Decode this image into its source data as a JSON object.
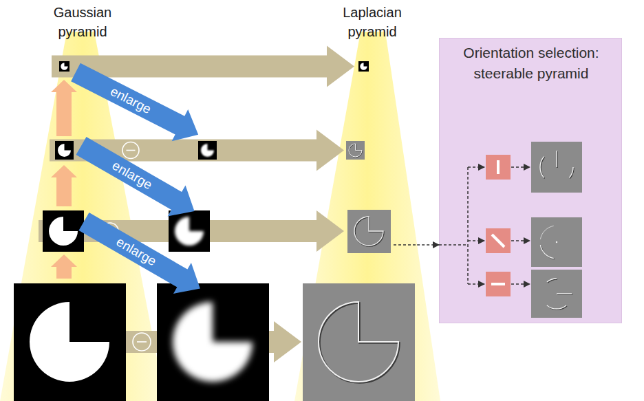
{
  "diagram": {
    "nodes": [
      {
        "text": [
          "Gaussian pyramid"
        ]
      },
      {
        "text": [
          "Laplacian pyramid"
        ]
      },
      {
        "text": [
          "Orientation selection: steerable pyramid"
        ]
      }
    ],
    "edges": [
      {
        "from": 1,
        "to": 2,
        "arrow": "to"
      }
    ],
    "labels": [
      "enlarge",
      "enlarge",
      "enlarge"
    ]
  }
}
